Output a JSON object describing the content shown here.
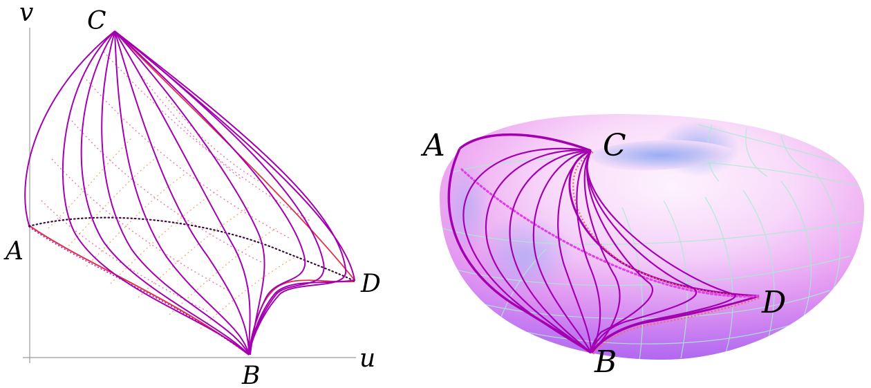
{
  "left_panel": {
    "axis_labels": {
      "u": "u",
      "v": "v"
    },
    "vertices": {
      "A": "A",
      "B": "B",
      "C": "C",
      "D": "D"
    }
  },
  "right_panel": {
    "vertices": {
      "A": "A",
      "B": "B",
      "C": "C",
      "D": "D"
    }
  },
  "colors": {
    "curve": "#a300b0",
    "grid_pink": "#f06aa8",
    "grid_orange": "#f3a86a",
    "boundary_red": "#e0304a",
    "dotted_dark": "#3a0a3a",
    "dotted_magenta": "#e040e8",
    "torus_light": "#fde8fb",
    "torus_pink": "#f3a8f0",
    "torus_purple": "#b06cf0",
    "torus_blue": "#a9b9f5",
    "torus_grid": "#a8ecd0"
  }
}
